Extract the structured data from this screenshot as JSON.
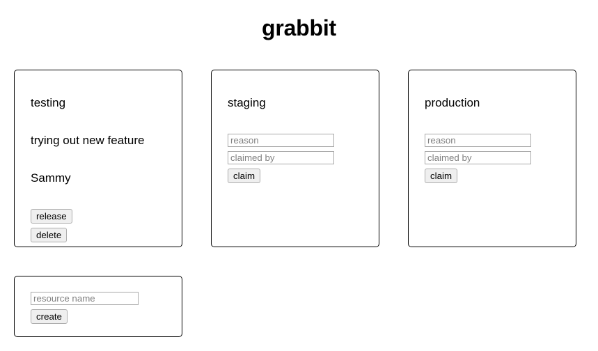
{
  "app": {
    "title": "grabbit"
  },
  "placeholders": {
    "reason": "reason",
    "claimed_by": "claimed by",
    "resource_name": "resource name"
  },
  "buttons": {
    "claim": "claim",
    "release": "release",
    "delete": "delete",
    "create": "create"
  },
  "resources": [
    {
      "name": "testing",
      "claimed": true,
      "reason": "trying out new feature",
      "claimed_by": "Sammy"
    },
    {
      "name": "staging",
      "claimed": false,
      "reason": "",
      "claimed_by": ""
    },
    {
      "name": "production",
      "claimed": false,
      "reason": "",
      "claimed_by": ""
    }
  ],
  "create_form": {
    "resource_name_value": ""
  },
  "colors": {
    "page_background": "#ffffff",
    "text": "#000000",
    "card_border": "#000000",
    "input_border": "#a9a9a9",
    "placeholder_text": "#808080",
    "button_background": "#efefef",
    "button_border": "#adadad"
  }
}
